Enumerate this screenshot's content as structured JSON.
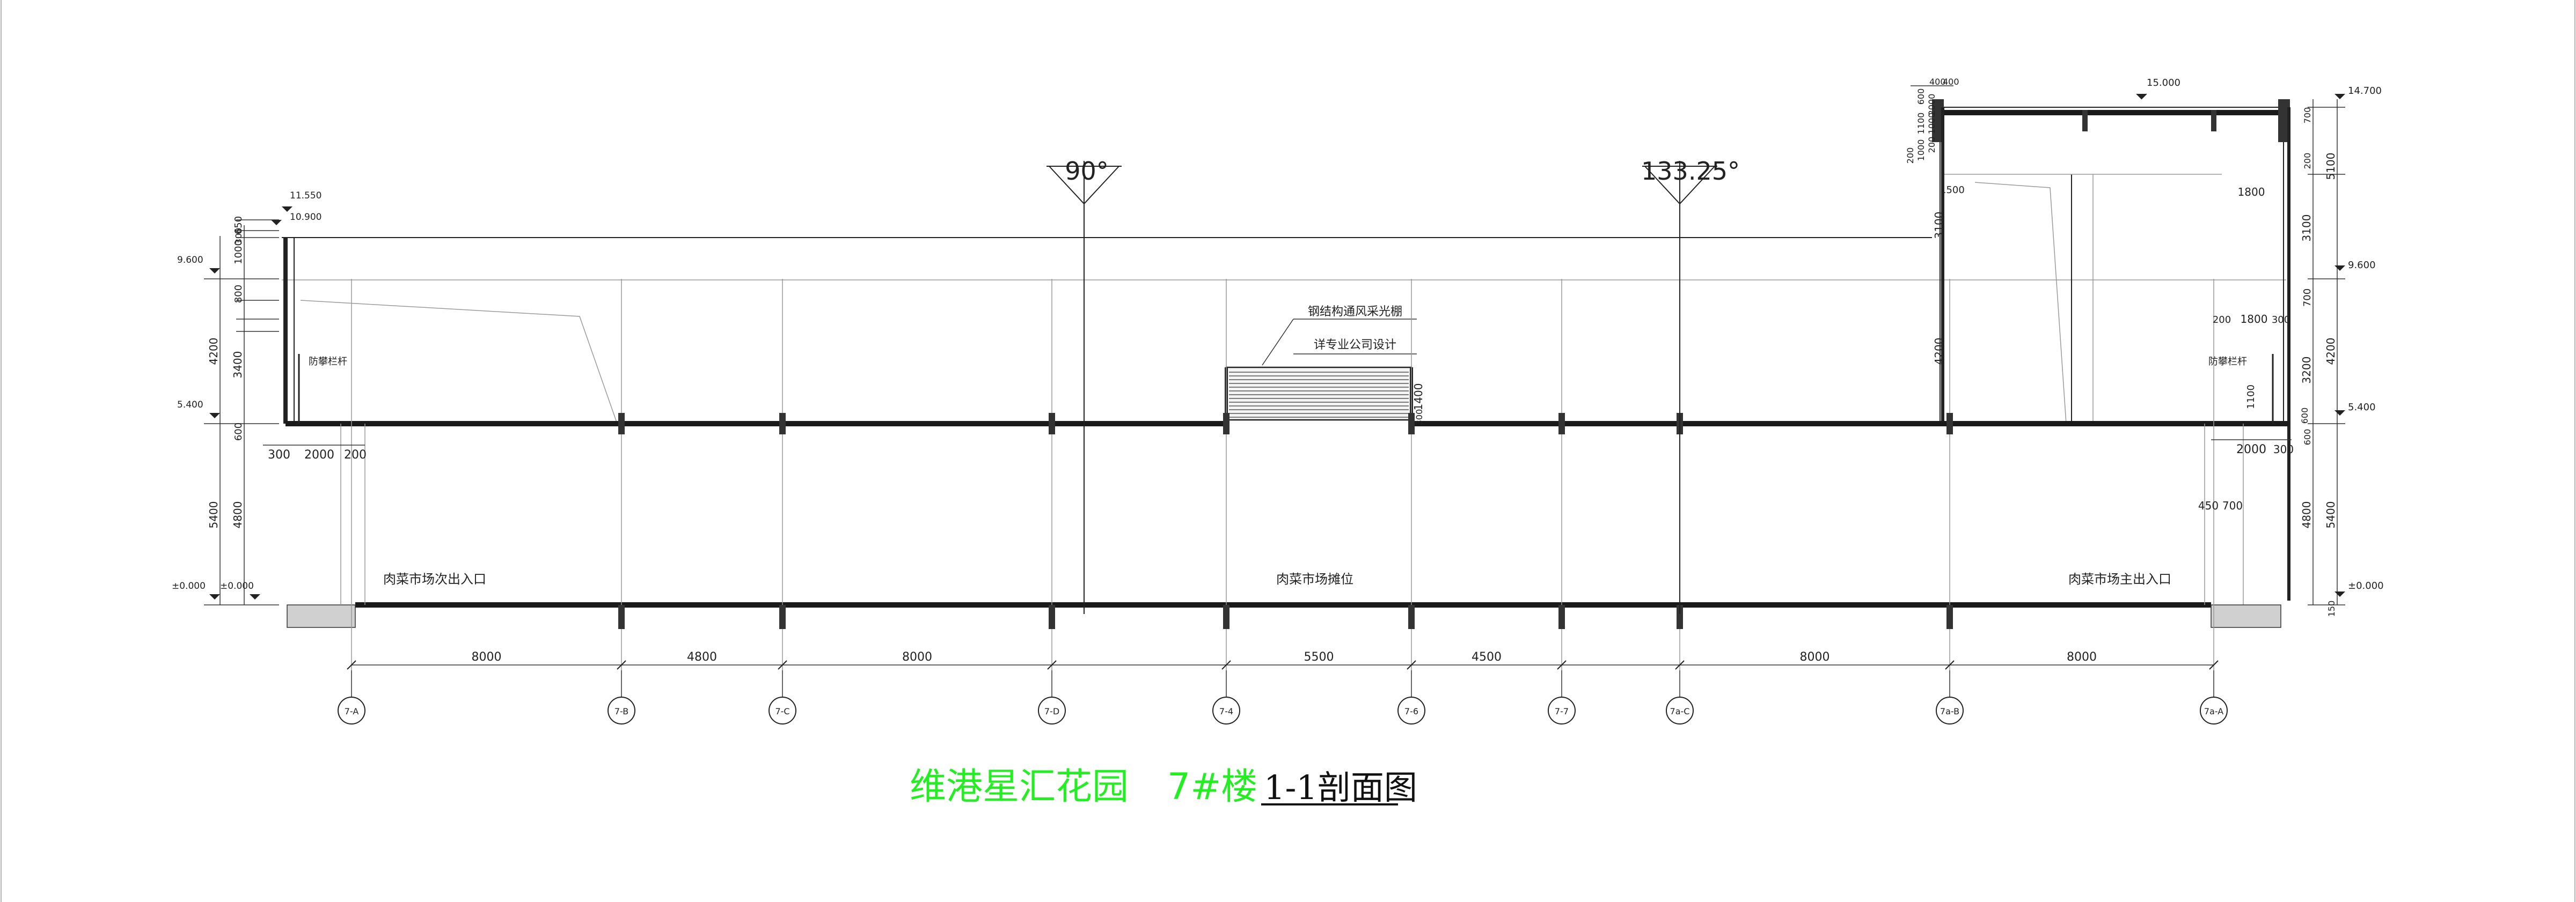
{
  "title": {
    "project": "维港星汇花园",
    "building": "7#楼",
    "section": "1-1剖面图"
  },
  "angles": [
    "90°",
    "133.25°"
  ],
  "axes": {
    "labels": [
      "7-A",
      "7-B",
      "7-C",
      "7-D",
      "7-4",
      "7-6",
      "7-7",
      "7a-C",
      "7a-B",
      "7a-A"
    ],
    "spans": [
      "8000",
      "4800",
      "8000",
      "5500",
      "4500",
      "8000",
      "8000"
    ]
  },
  "rooms": {
    "left": "肉菜市场次出入口",
    "center": "肉菜市场摊位",
    "right": "肉菜市场主出入口"
  },
  "annotations": {
    "skylight_1": "钢结构通风采光棚",
    "skylight_2": "详专业公司设计",
    "rail_left": "防攀栏杆",
    "rail_right": "防攀栏杆"
  },
  "elevations": {
    "e11550": "11.550",
    "e10900": "10.900",
    "e9600L": "9.600",
    "e5400L": "5.400",
    "e0L": "±0.000",
    "e0L2": "±0.000",
    "e15000": "15.000",
    "e14700": "14.700",
    "e9600R": "9.600",
    "e5400R": "5.400",
    "e0R": "±0.000"
  },
  "dims": {
    "l300a": "300",
    "l2000": "2000",
    "l200": "200",
    "l300v": "300",
    "l650": "650",
    "l1000": "1000",
    "l800": "800",
    "l3400": "3400",
    "l600": "600",
    "l4800": "4800",
    "l4200": "4200",
    "l5400": "5400",
    "c1400": "1400",
    "c300": "300",
    "r4000a": "400",
    "r4000b": "400",
    "r600a": "600",
    "r200a": "200",
    "r2000a": "2000",
    "r1100": "1100",
    "r1000": "1000",
    "r200b": "200",
    "r1000b": "1000",
    "r1500": "1500",
    "r3100a": "3100",
    "r4200a": "4200",
    "r1800a": "1800",
    "r200c": "200",
    "r1800b": "1800",
    "r1100b": "1100",
    "r600b": "600",
    "r300c": "300",
    "r2000b": "2000",
    "r300d": "300",
    "r450": "450",
    "r700": "700",
    "r200d": "200",
    "r5100": "5100",
    "r3100b": "3100",
    "r700b": "700",
    "r3200": "3200",
    "r600c": "600",
    "r4800": "4800",
    "r150": "150",
    "r5400": "5400",
    "r4200b": "4200"
  }
}
